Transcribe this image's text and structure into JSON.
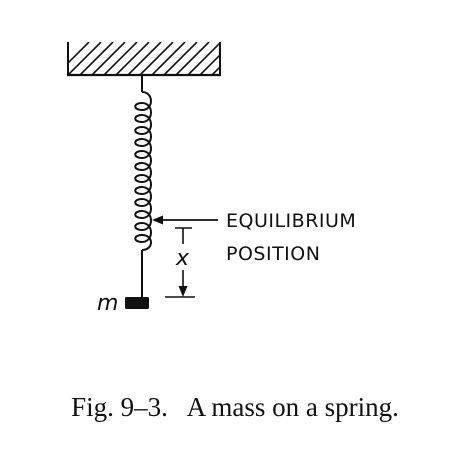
{
  "figure": {
    "labels": {
      "equilibrium_line1": "EQUILIBRIUM",
      "equilibrium_line2": "POSITION",
      "displacement": "x",
      "mass": "m"
    },
    "caption": "Fig. 9–3.   A mass on a spring."
  }
}
